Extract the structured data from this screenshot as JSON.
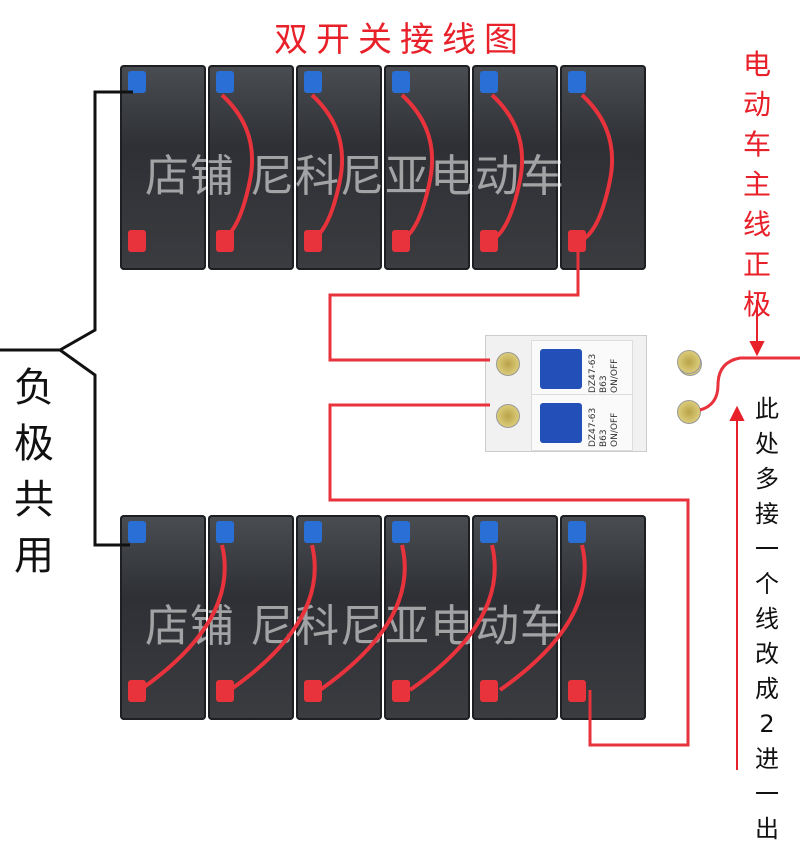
{
  "title": "双开关接线图",
  "watermark": "店铺 尼科尼亚电动车",
  "labels": {
    "main_positive": "电动车主线正极",
    "negative_shared": "负极共用",
    "note": "此处多接一个线改成2进一出"
  },
  "breaker": {
    "model": "DZ47-63",
    "rating": "B63",
    "on": "ON",
    "off": "OFF"
  },
  "colors": {
    "red_text": "#e8202a",
    "wire_red": "#e8323c",
    "wire_black": "#111111",
    "handle": "#2250b8"
  }
}
